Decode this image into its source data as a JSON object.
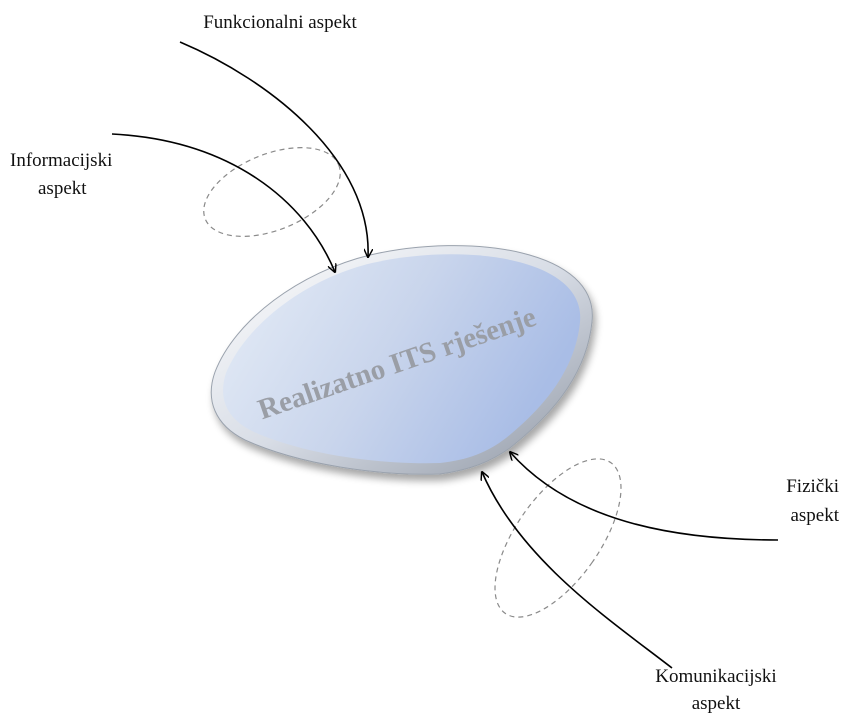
{
  "center": {
    "label": "Realizatno ITS rješenje"
  },
  "aspects": {
    "functional": {
      "label": "Funkcionalni aspekt"
    },
    "informational": {
      "line1": "Informacijski",
      "line2": "aspekt"
    },
    "physical": {
      "line1": "Fizički",
      "line2": "aspekt"
    },
    "communication": {
      "line1": "Komunikacijski",
      "line2": "aspekt"
    }
  }
}
